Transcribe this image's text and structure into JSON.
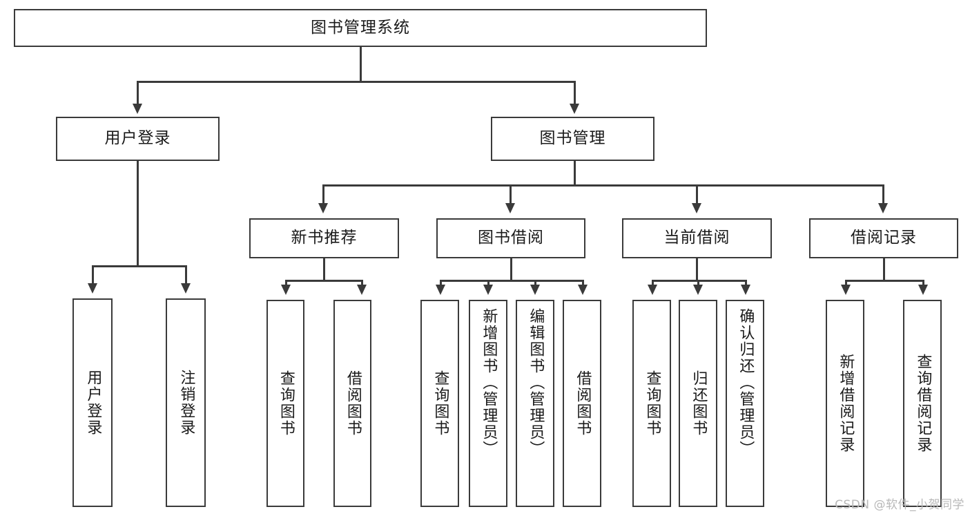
{
  "diagram": {
    "type": "tree-hierarchy-diagram",
    "title": "图书管理系统",
    "watermark": "CSDN @软件_小贺同学",
    "colors": {
      "stroke": "#3a3a3a",
      "fill": "#ffffff",
      "text": "#1a1a1a",
      "watermark": "#b8b8b8"
    },
    "levels": {
      "root": {
        "label": "图书管理系统"
      },
      "level2": [
        {
          "label": "用户登录"
        },
        {
          "label": "图书管理"
        }
      ],
      "level3": [
        {
          "label": "新书推荐"
        },
        {
          "label": "图书借阅"
        },
        {
          "label": "当前借阅"
        },
        {
          "label": "借阅记录"
        }
      ],
      "leaves": {
        "user_login": [
          {
            "label": "用户登录"
          },
          {
            "label": "注销登录"
          }
        ],
        "new_book_recommend": [
          {
            "label": "查询图书"
          },
          {
            "label": "借阅图书"
          }
        ],
        "book_borrow": [
          {
            "label": "查询图书"
          },
          {
            "label": "新增图书（管理员）"
          },
          {
            "label": "编辑图书（管理员）"
          },
          {
            "label": "借阅图书"
          }
        ],
        "current_borrow": [
          {
            "label": "查询图书"
          },
          {
            "label": "归还图书"
          },
          {
            "label": "确认归还（管理员）"
          }
        ],
        "borrow_records": [
          {
            "label": "新增借阅记录"
          },
          {
            "label": "查询借阅记录"
          }
        ]
      }
    }
  }
}
